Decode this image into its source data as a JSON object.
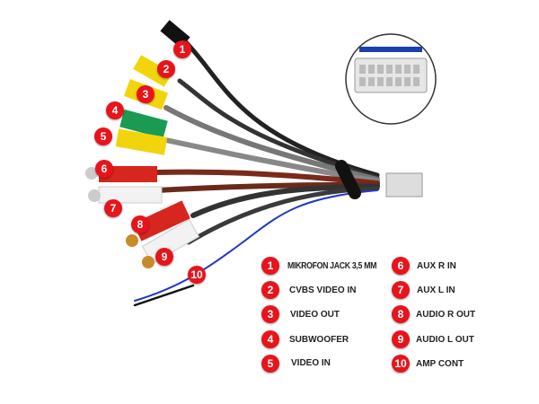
{
  "legend": [
    {
      "num": "1",
      "label": "MIKROFON JACK 3,5 MM"
    },
    {
      "num": "2",
      "label": "CVBS VIDEO IN"
    },
    {
      "num": "3",
      "label": "VIDEO OUT"
    },
    {
      "num": "4",
      "label": "SUBWOOFER"
    },
    {
      "num": "5",
      "label": "VIDEO IN"
    },
    {
      "num": "6",
      "label": "AUX R IN"
    },
    {
      "num": "7",
      "label": "AUX L IN"
    },
    {
      "num": "8",
      "label": "AUDIO R OUT"
    },
    {
      "num": "9",
      "label": "AUDIO L OUT"
    },
    {
      "num": "10",
      "label": "AMP CONT"
    }
  ],
  "colors": {
    "badge": "#e8141b",
    "yellow": "#f2d40c",
    "green": "#1a9a52",
    "red": "#d7261e",
    "white": "#f2f2f2",
    "blue": "#2236c8"
  }
}
